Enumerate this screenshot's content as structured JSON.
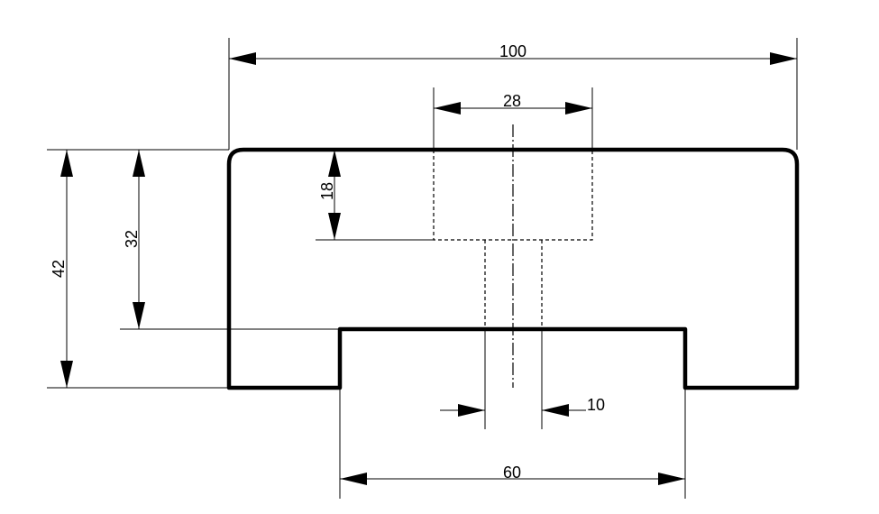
{
  "dimensions": {
    "overall_width": "100",
    "bore_width": "28",
    "bore_depth": "18",
    "overall_height": "42",
    "inner_height": "32",
    "shaft_width": "10",
    "slot_width": "60"
  }
}
